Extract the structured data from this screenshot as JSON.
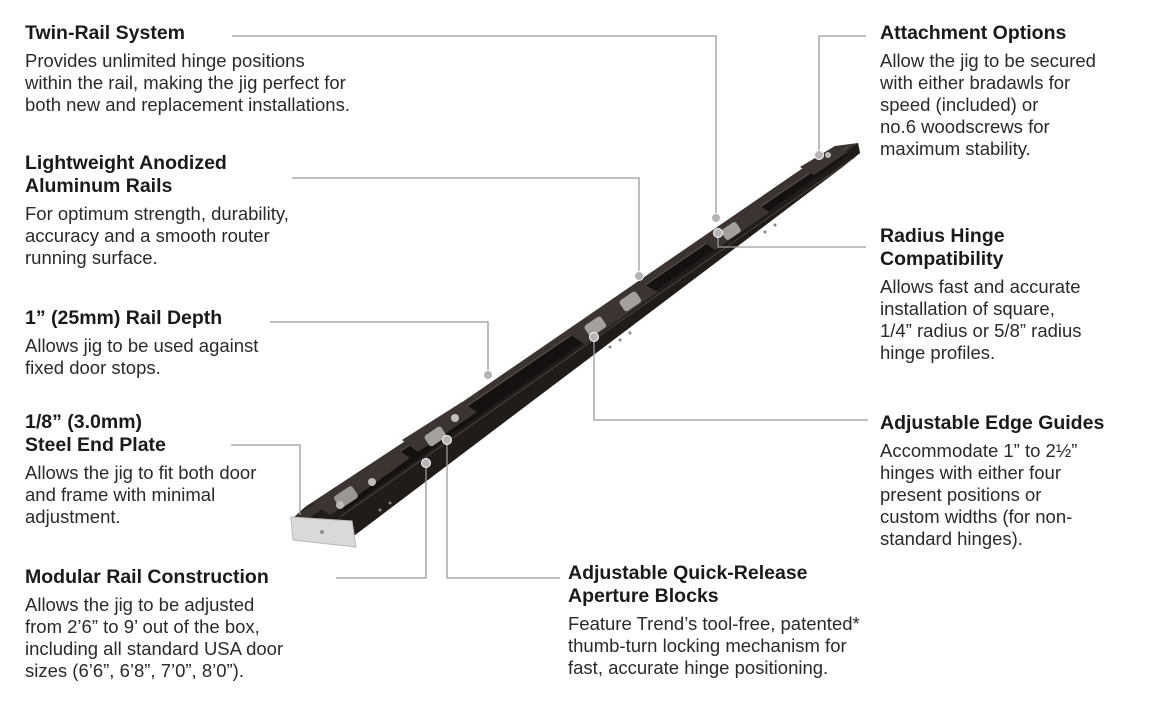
{
  "colors": {
    "text": "#222222",
    "heading": "#1a1a1a",
    "leader_line": "#9a9a9a",
    "dot": "#b5b5b5",
    "rail": "#2b2522",
    "rail_edge": "#4a4340",
    "end_plate": "#d9d9d9"
  },
  "features": {
    "twin_rail": {
      "title": [
        "Twin-Rail System"
      ],
      "body": [
        "Provides unlimited hinge positions",
        "within the rail, making the jig perfect for",
        "both new and replacement installations."
      ]
    },
    "aluminum": {
      "title": [
        "Lightweight Anodized",
        "Aluminum Rails"
      ],
      "body": [
        "For optimum strength, durability,",
        "accuracy and a smooth router",
        "running surface."
      ]
    },
    "rail_depth": {
      "title": [
        "1” (25mm) Rail Depth"
      ],
      "body": [
        "Allows jig to be used against",
        "fixed door stops."
      ]
    },
    "end_plate": {
      "title": [
        "1/8” (3.0mm)",
        "Steel End Plate"
      ],
      "body": [
        "Allows the jig to fit both door",
        "and frame with minimal",
        "adjustment."
      ]
    },
    "modular": {
      "title": [
        "Modular Rail Construction"
      ],
      "body": [
        "Allows the jig to be adjusted",
        "from 2’6” to 9’ out of the box,",
        "including all standard USA door",
        "sizes (6’6”, 6’8”, 7’0”, 8’0”)."
      ]
    },
    "attachment": {
      "title": [
        "Attachment Options"
      ],
      "body": [
        "Allow the jig to be secured",
        "with either bradawls for",
        "speed (included) or",
        "no.6 woodscrews for",
        "maximum stability."
      ]
    },
    "radius": {
      "title": [
        "Radius Hinge",
        "Compatibility"
      ],
      "body": [
        "Allows fast and accurate",
        "installation of square,",
        "1/4” radius or 5/8” radius",
        "hinge profiles."
      ]
    },
    "edge_guides": {
      "title": [
        "Adjustable Edge Guides"
      ],
      "body": [
        "Accommodate 1” to 2½”",
        "hinges with either four",
        "present positions or",
        "custom widths (for non-",
        "standard hinges)."
      ]
    },
    "aperture": {
      "title": [
        "Adjustable Quick-Release",
        "Aperture Blocks"
      ],
      "body": [
        "Feature Trend’s tool-free, patented*",
        "thumb-turn locking mechanism for",
        "fast, accurate hinge positioning."
      ]
    }
  }
}
